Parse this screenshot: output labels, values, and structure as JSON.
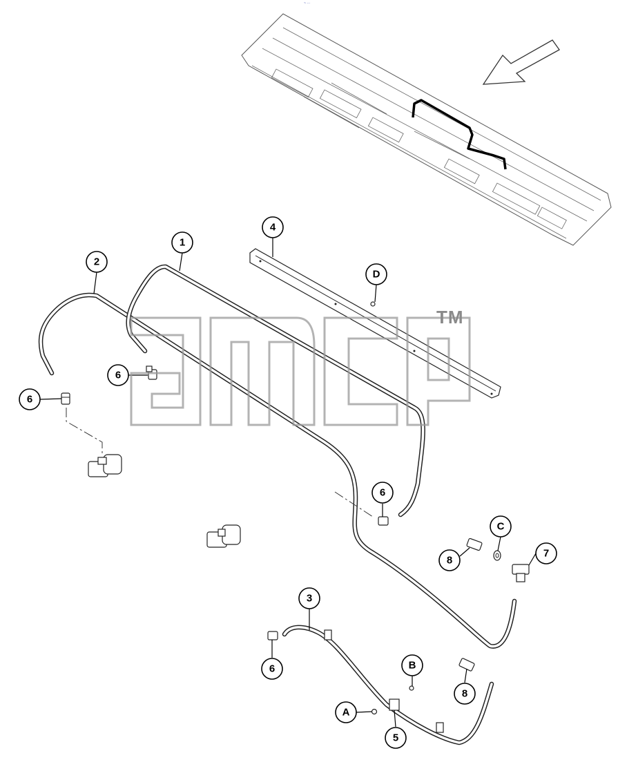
{
  "page_mark": "~ ···",
  "watermark": {
    "trademark": "TM"
  },
  "callouts": [
    {
      "id": "c1",
      "label": "1"
    },
    {
      "id": "c2",
      "label": "2"
    },
    {
      "id": "c3",
      "label": "3"
    },
    {
      "id": "c4",
      "label": "4"
    },
    {
      "id": "c5",
      "label": "5"
    },
    {
      "id": "c6a",
      "label": "6"
    },
    {
      "id": "c6b",
      "label": "6"
    },
    {
      "id": "c6c",
      "label": "6"
    },
    {
      "id": "c6d",
      "label": "6"
    },
    {
      "id": "c7",
      "label": "7"
    },
    {
      "id": "c8a",
      "label": "8"
    },
    {
      "id": "c8b",
      "label": "8"
    },
    {
      "id": "cA",
      "label": "A"
    },
    {
      "id": "cB",
      "label": "B"
    },
    {
      "id": "cC",
      "label": "C"
    },
    {
      "id": "cD",
      "label": "D"
    }
  ]
}
